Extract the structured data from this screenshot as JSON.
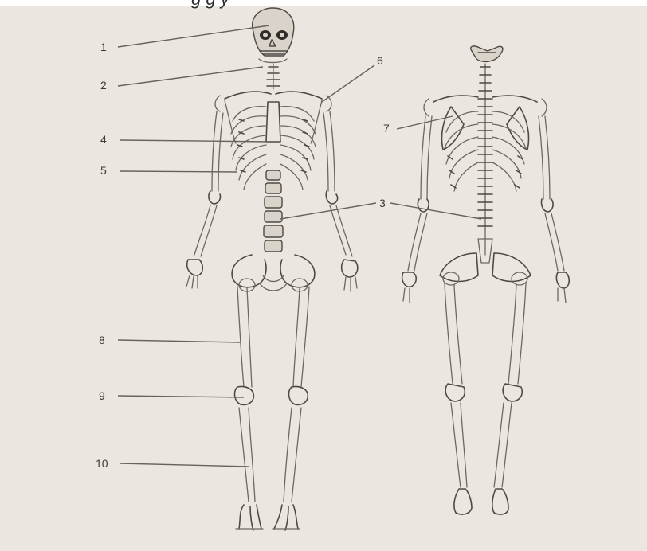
{
  "title_fragment": "g                g               y",
  "labels": [
    {
      "id": "1",
      "text": "1"
    },
    {
      "id": "2",
      "text": "2"
    },
    {
      "id": "3",
      "text": "3"
    },
    {
      "id": "4",
      "text": "4"
    },
    {
      "id": "5",
      "text": "5"
    },
    {
      "id": "6",
      "text": "6"
    },
    {
      "id": "7",
      "text": "7"
    },
    {
      "id": "8",
      "text": "8"
    },
    {
      "id": "9",
      "text": "9"
    },
    {
      "id": "10",
      "text": "10"
    }
  ],
  "colors": {
    "paper": "#ebe7e0",
    "ink": "#4e4944",
    "leader": "#67625c"
  }
}
